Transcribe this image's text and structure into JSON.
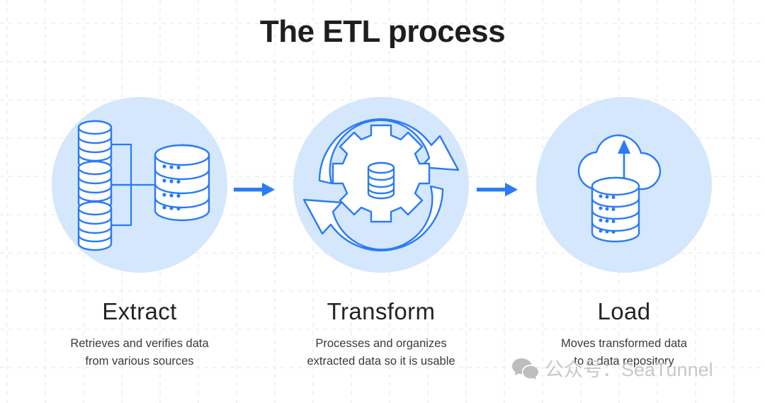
{
  "page": {
    "title": "The ETL process",
    "background_color": "#ffffff",
    "grid_line_color": "#e6e6e6",
    "accent_color": "#2a7bf6",
    "circle_fill_color": "#d4e7fc",
    "title_color": "#1e1e1e"
  },
  "stages": [
    {
      "id": "extract",
      "label": "Extract",
      "description": "Retrieves and verifies data\nfrom various sources",
      "icon": "multiple-databases-to-database-icon"
    },
    {
      "id": "transform",
      "label": "Transform",
      "description": "Processes and organizes\nextracted data so it is usable",
      "icon": "gear-with-database-refresh-arrows-icon"
    },
    {
      "id": "load",
      "label": "Load",
      "description": "Moves transformed data\nto a data repository",
      "icon": "cloud-upload-database-icon"
    }
  ],
  "connectors": [
    {
      "id": "extract-to-transform",
      "icon": "right-arrow-icon"
    },
    {
      "id": "transform-to-load",
      "icon": "right-arrow-icon"
    }
  ],
  "watermark": {
    "text": "公众号：SeaTunnel",
    "icon": "wechat-icon",
    "color": "#c8c8c8"
  }
}
